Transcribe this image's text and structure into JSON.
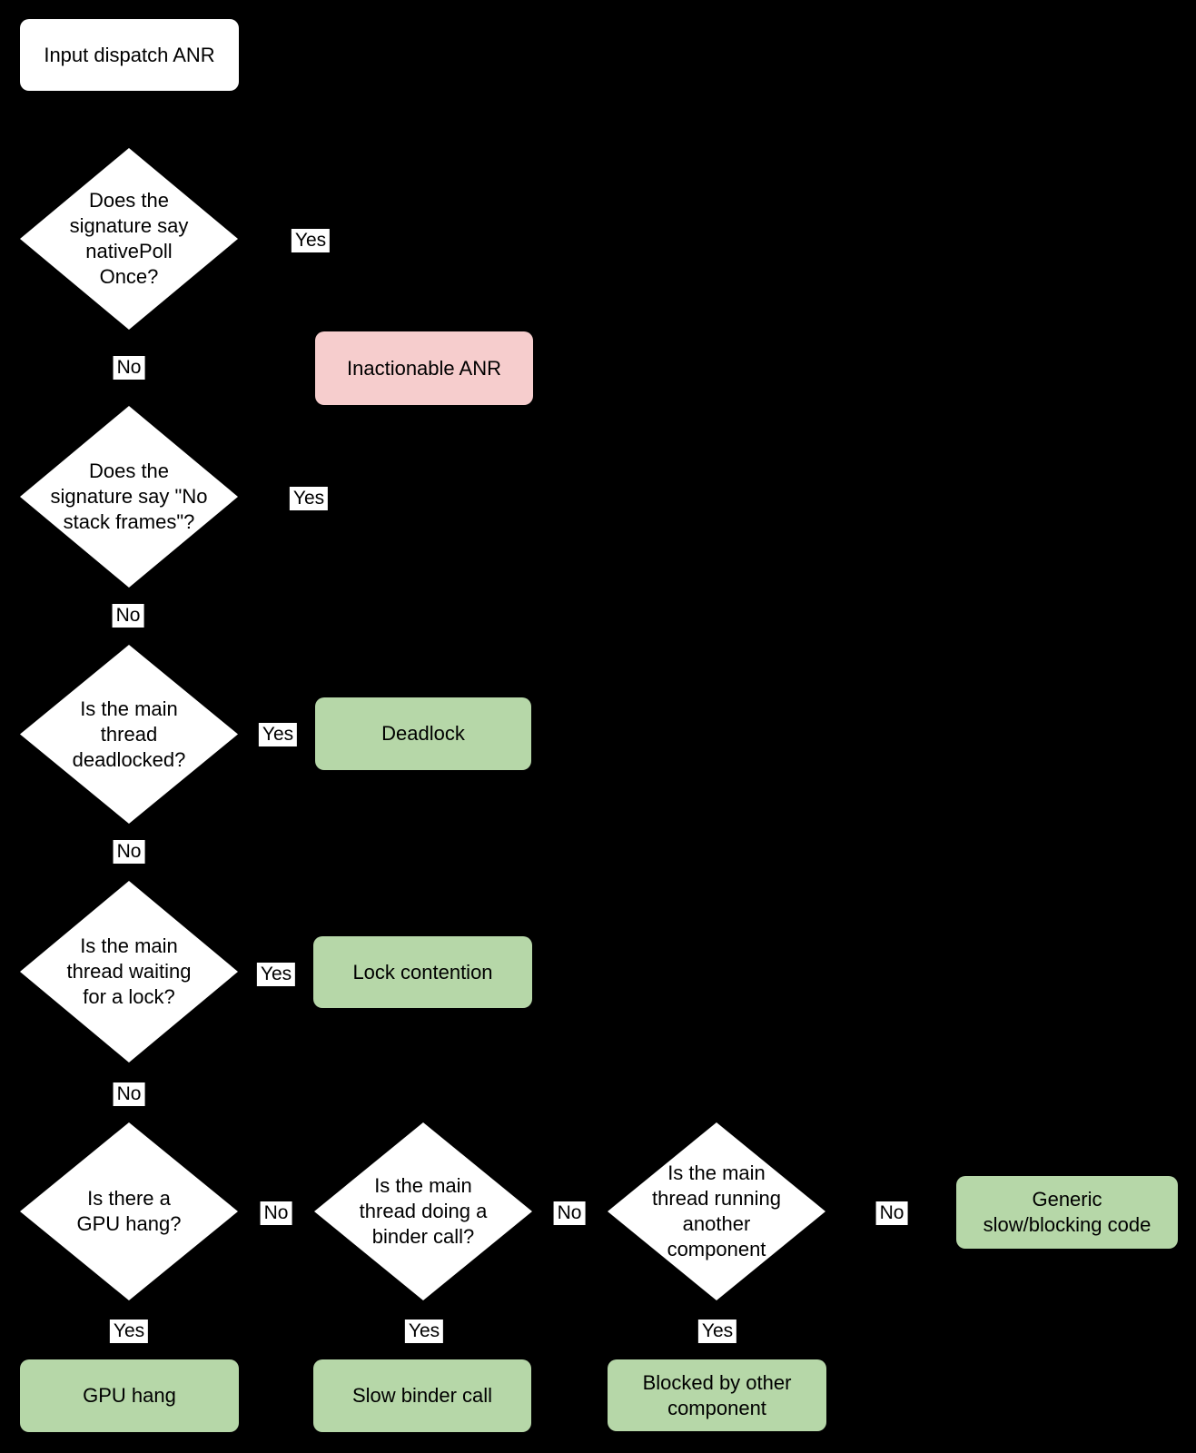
{
  "flowchart": {
    "colors": {
      "background": "#000000",
      "decision_fill": "#ffffff",
      "bad_outcome_fill": "#f6cdcd",
      "good_outcome_fill": "#b6d7a8",
      "text": "#000000"
    },
    "start": {
      "label": "Input dispatch ANR"
    },
    "decisions": [
      {
        "question": "Does the\nsignature say\nnativePoll\nOnce?",
        "yes_label": "Yes",
        "no_label": "No"
      },
      {
        "question": "Does the\nsignature say \"No\nstack frames\"?",
        "yes_label": "Yes",
        "no_label": "No"
      },
      {
        "question": "Is the main\nthread\ndeadlocked?",
        "yes_label": "Yes",
        "no_label": "No"
      },
      {
        "question": "Is the main\nthread waiting\nfor a lock?",
        "yes_label": "Yes",
        "no_label": "No"
      },
      {
        "question": "Is there a\nGPU hang?",
        "yes_label": "Yes",
        "no_label": "No"
      },
      {
        "question": "Is the main\nthread doing a\nbinder call?",
        "yes_label": "Yes",
        "no_label": "No"
      },
      {
        "question": "Is the main\nthread running\nanother\ncomponent",
        "yes_label": "Yes",
        "no_label": "No"
      }
    ],
    "outcomes": [
      {
        "label": "Inactionable ANR",
        "type": "bad"
      },
      {
        "label": "Deadlock",
        "type": "good"
      },
      {
        "label": "Lock contention",
        "type": "good"
      },
      {
        "label": "Generic\nslow/blocking code",
        "type": "good"
      },
      {
        "label": "GPU hang",
        "type": "good"
      },
      {
        "label": "Slow binder call",
        "type": "good"
      },
      {
        "label": "Blocked by other\ncomponent",
        "type": "good"
      }
    ]
  }
}
